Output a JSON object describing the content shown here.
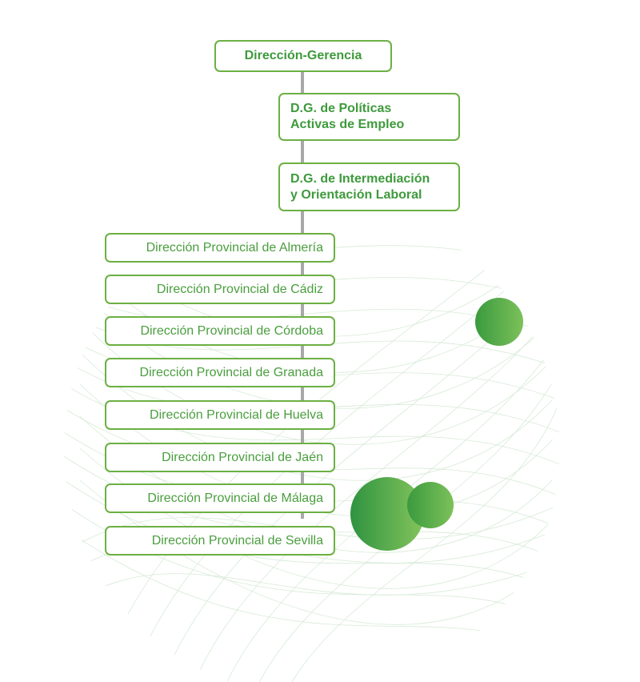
{
  "org_chart": {
    "top": "Dirección-Gerencia",
    "directorates": [
      "D.G. de Políticas\nActivas de Empleo",
      "D.G. de Intermediación\ny Orientación Laboral"
    ],
    "provincial": [
      "Dirección Provincial de Almería",
      "Dirección Provincial de Cádiz",
      "Dirección Provincial de Córdoba",
      "Dirección Provincial de Granada",
      "Dirección Provincial de Huelva",
      "Dirección Provincial de Jaén",
      "Dirección Provincial de Málaga",
      "Dirección Provincial de Sevilla"
    ]
  },
  "colors": {
    "accent": "#3e9a3c",
    "border": "#6cb043",
    "connector": "#a8a8a8",
    "decor_line": "#cfe5cf"
  }
}
